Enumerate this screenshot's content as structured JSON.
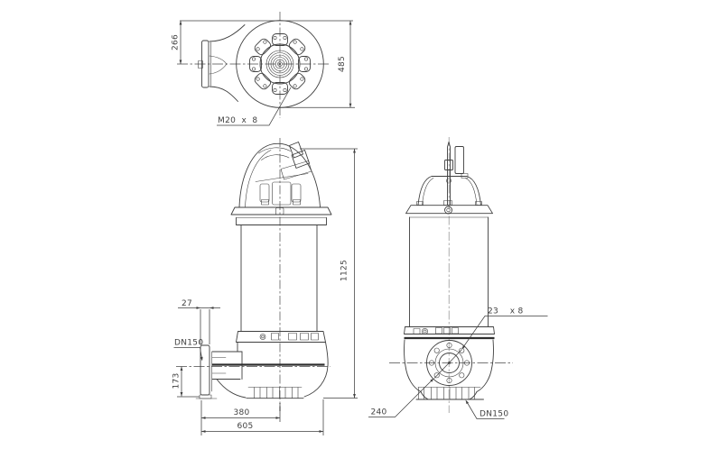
{
  "drawing": {
    "description": "pump dimensional drawing, three orthographic views",
    "colors": {
      "line": "#3f3f3f",
      "centerline_gray": "#b4b4b4",
      "background": "#ffffff"
    },
    "top_view": {
      "dim_266": "266",
      "dim_485": "485",
      "bolt_note": "M20  x  8"
    },
    "side_view": {
      "dim_27": "27",
      "flange_label": "DN150",
      "dim_173": "173",
      "dim_380": "380",
      "dim_605": "605",
      "dim_1125": "1125"
    },
    "front_view": {
      "bolt_note": "23    x 8",
      "dim_240": "240",
      "flange_label": "DN150"
    }
  }
}
